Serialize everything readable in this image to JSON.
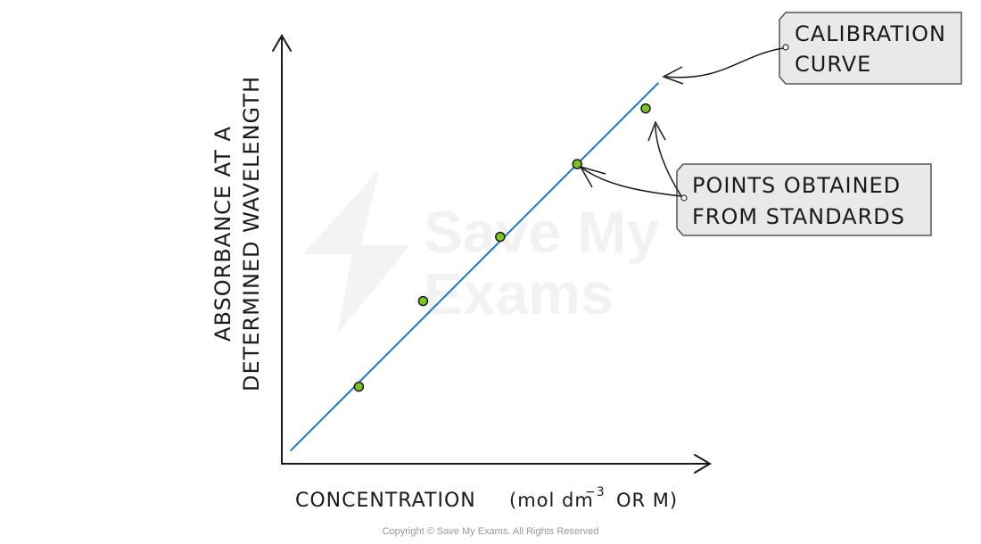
{
  "chart_data": {
    "type": "scatter",
    "title": "",
    "xlabel": "CONCENTRATION",
    "xlabel_unit_prefix": "(mol dm",
    "xlabel_unit_exp": "−3",
    "xlabel_unit_suffix": "OR  M)",
    "ylabel_line1": "ABSORBANCE AT A",
    "ylabel_line2": "DETERMINED WAVELENGTH",
    "xlim": [
      0,
      10
    ],
    "ylim": [
      0,
      10
    ],
    "grid": false,
    "series": [
      {
        "points": [
          {
            "x": 1.8,
            "y": 1.8
          },
          {
            "x": 3.3,
            "y": 3.8
          },
          {
            "x": 5.1,
            "y": 5.3
          },
          {
            "x": 6.9,
            "y": 7.0
          },
          {
            "x": 8.5,
            "y": 8.3
          }
        ],
        "color": "#7cc521"
      }
    ],
    "line": {
      "x": [
        0.2,
        8.8
      ],
      "y": [
        0.3,
        8.9
      ],
      "color": "#1f78c1"
    },
    "annotations": [
      {
        "line1": "CALIBRATION",
        "line2": "CURVE"
      },
      {
        "line1": "POINTS  OBTAINED",
        "line2": "FROM  STANDARDS"
      }
    ]
  },
  "watermark": {
    "line1": "Save My",
    "line2": "Exams"
  },
  "copyright": "Copyright © Save My Exams. All Rights Reserved",
  "colors": {
    "axis": "#1a1a1a",
    "callout_fill": "#e9e9e9",
    "callout_stroke": "#555555"
  }
}
